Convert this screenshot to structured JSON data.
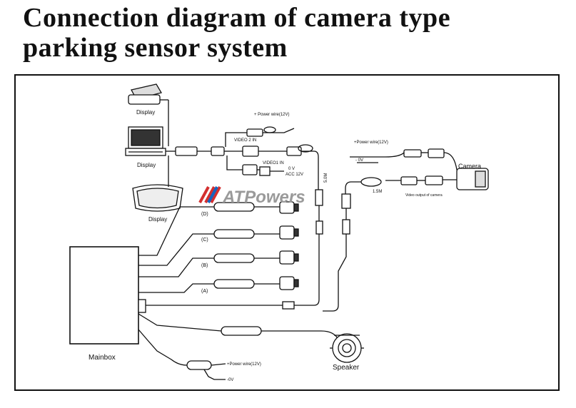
{
  "title": {
    "line1": "Connection diagram of camera type",
    "line2": "parking sensor system"
  },
  "watermark": "ATPowers",
  "labels": {
    "display_top": "Display",
    "display_middle": "Display",
    "display_mirror": "Display",
    "mainbox": "Mainbox",
    "speaker": "Speaker",
    "camera": "Camera",
    "power_wire_top": "+ Power wire(12V)",
    "video2_in": "VIDEO 2 IN",
    "video1_in": "VIDEO1 IN",
    "zero_v": "0 V",
    "acc_12v": "ACC 12V",
    "cable_5m": "5.0M",
    "cable_1_5m": "1.5M",
    "power_wire_camera": "+Power wire(12V)",
    "minus_0v_camera": "- 0V",
    "video_output_camera": "Video output of camera",
    "power_wire_bottom": "+Power wire(12V)",
    "minus_0v_bottom": "-0V",
    "sensor_d": "(D)",
    "sensor_c": "(C)",
    "sensor_b": "(B)",
    "sensor_a": "(A)"
  },
  "colors": {
    "line": "#111111",
    "watermark": "#9a9a9a",
    "watermark_stripes": [
      "#d32f2f",
      "#1565c0"
    ]
  }
}
